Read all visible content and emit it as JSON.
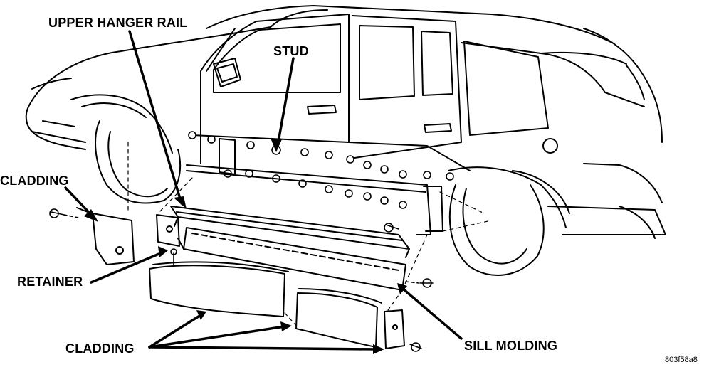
{
  "figure": {
    "labels": {
      "upper_hanger_rail": "UPPER HANGER RAIL",
      "stud": "STUD",
      "cladding_left": "CLADDING",
      "retainer": "RETAINER",
      "cladding_bottom": "CLADDING",
      "sill_molding": "SILL MOLDING"
    },
    "figure_id": "803f58a8"
  }
}
